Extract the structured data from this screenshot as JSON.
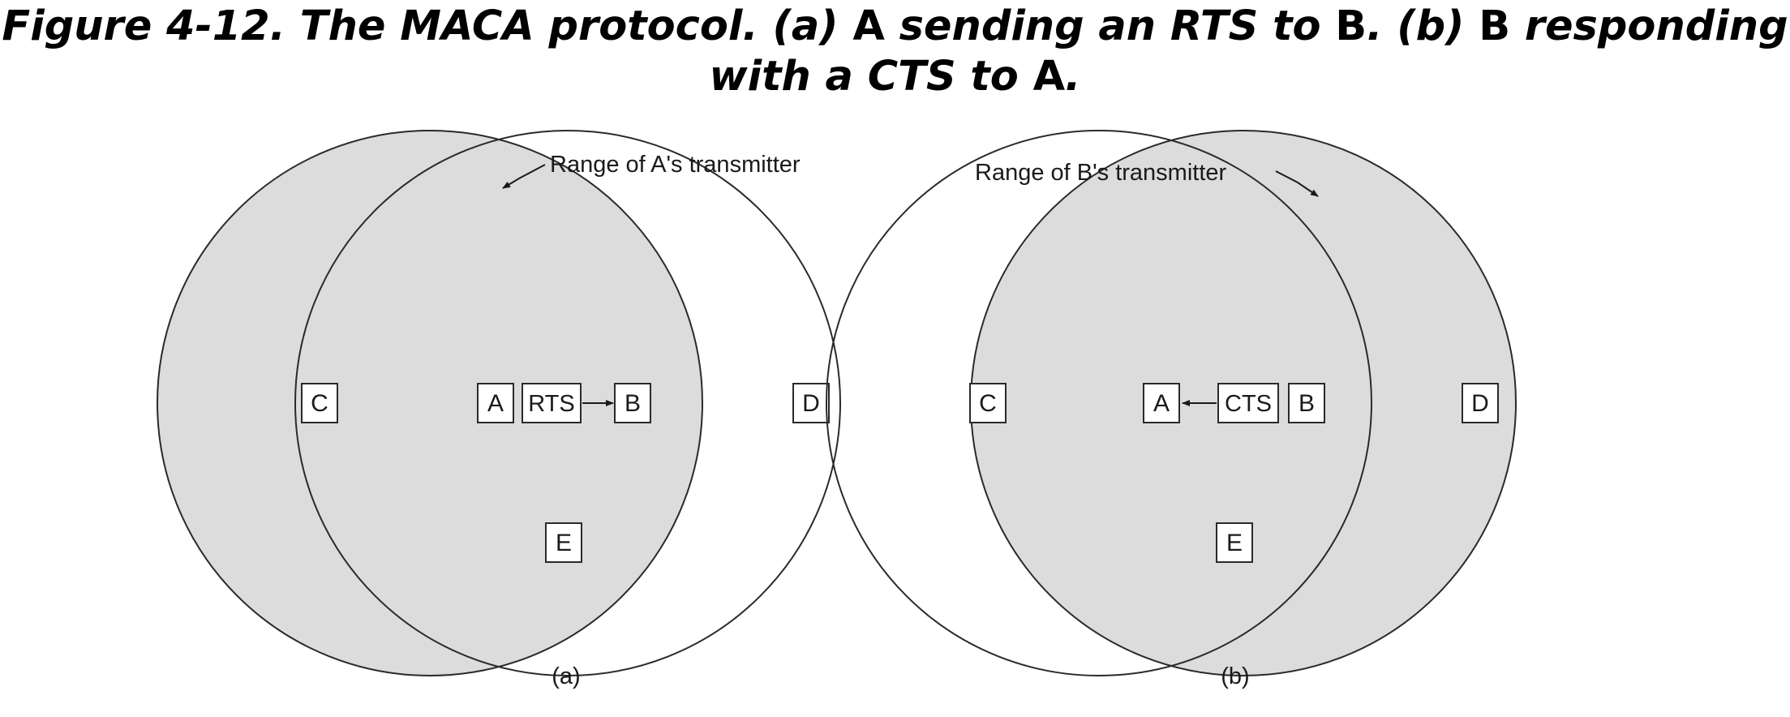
{
  "caption": {
    "segments": [
      {
        "text": "Figure 4-12. The MACA protocol. (a) ",
        "style": "italic"
      },
      {
        "text": "A",
        "style": "upright"
      },
      {
        "text": " sending an RTS to ",
        "style": "italic"
      },
      {
        "text": "B",
        "style": "upright"
      },
      {
        "text": ". (b) ",
        "style": "italic"
      },
      {
        "text": "B",
        "style": "upright"
      },
      {
        "text": " responding with a CTS to ",
        "style": "italic"
      },
      {
        "text": "A",
        "style": "upright"
      },
      {
        "text": ".",
        "style": "italic"
      }
    ]
  },
  "colors": {
    "range_fill": "#dcdcdc",
    "outline": "#2a2a2a",
    "node_fill": "#ffffff"
  },
  "panels": [
    {
      "id": "a",
      "sub_label": "(a)",
      "range_label": "Range of A's transmitter",
      "shaded_range": "A",
      "message": "RTS",
      "message_direction": "A to B",
      "nodes": {
        "A": "A",
        "B": "B",
        "C": "C",
        "D": "D",
        "E": "E"
      }
    },
    {
      "id": "b",
      "sub_label": "(b)",
      "range_label": "Range of B's transmitter",
      "shaded_range": "B",
      "message": "CTS",
      "message_direction": "B to A",
      "nodes": {
        "A": "A",
        "B": "B",
        "C": "C",
        "D": "D",
        "E": "E"
      }
    }
  ]
}
